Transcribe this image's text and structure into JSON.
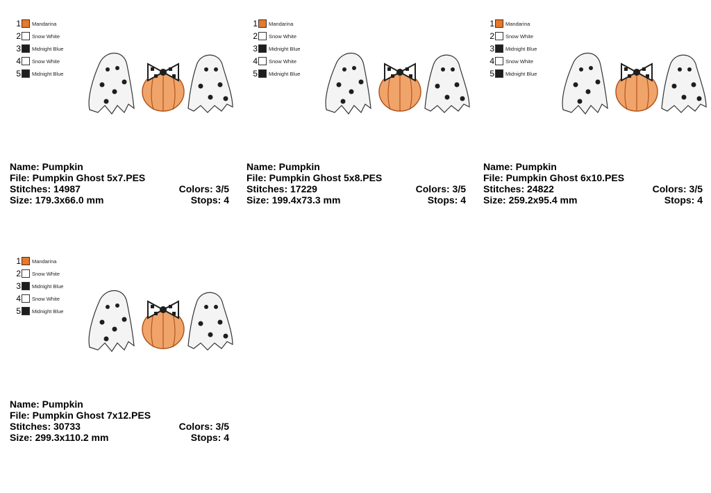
{
  "colors": {
    "mandarina": "#E8782A",
    "snow_white": "#FFFFFF",
    "midnight_blue": "#1E1E1E",
    "pumpkin_fill": "#F0A46A",
    "pumpkin_stroke": "#B0561E",
    "ghost_fill": "#F4F4F4"
  },
  "palette": [
    {
      "num": "1",
      "name": "Mandarina",
      "color": "#E8782A"
    },
    {
      "num": "2",
      "name": "Snow White",
      "color": "#FFFFFF"
    },
    {
      "num": "3",
      "name": "Midnight Blue",
      "color": "#1E1E1E"
    },
    {
      "num": "4",
      "name": "Snow White",
      "color": "#FFFFFF"
    },
    {
      "num": "5",
      "name": "Midnight Blue",
      "color": "#1E1E1E"
    }
  ],
  "designs": [
    {
      "name": "Name: Pumpkin",
      "file": "File: Pumpkin Ghost 5x7.PES",
      "stitches": "Stitches: 14987",
      "colors": "Colors: 3/5",
      "size": "Size: 179.3x66.0 mm",
      "stops": "Stops: 4"
    },
    {
      "name": "Name: Pumpkin",
      "file": "File: Pumpkin Ghost 5x8.PES",
      "stitches": "Stitches: 17229",
      "colors": "Colors: 3/5",
      "size": "Size: 199.4x73.3 mm",
      "stops": "Stops: 4"
    },
    {
      "name": "Name: Pumpkin",
      "file": "File: Pumpkin Ghost 6x10.PES",
      "stitches": "Stitches: 24822",
      "colors": "Colors: 3/5",
      "size": "Size: 259.2x95.4 mm",
      "stops": "Stops: 4"
    },
    {
      "name": "Name: Pumpkin",
      "file": "File: Pumpkin Ghost 7x12.PES",
      "stitches": "Stitches: 30733",
      "colors": "Colors: 3/5",
      "size": "Size: 299.3x110.2 mm",
      "stops": "Stops: 4"
    }
  ],
  "icons": [
    "ghost-icon",
    "pumpkin-icon",
    "bow-icon"
  ]
}
